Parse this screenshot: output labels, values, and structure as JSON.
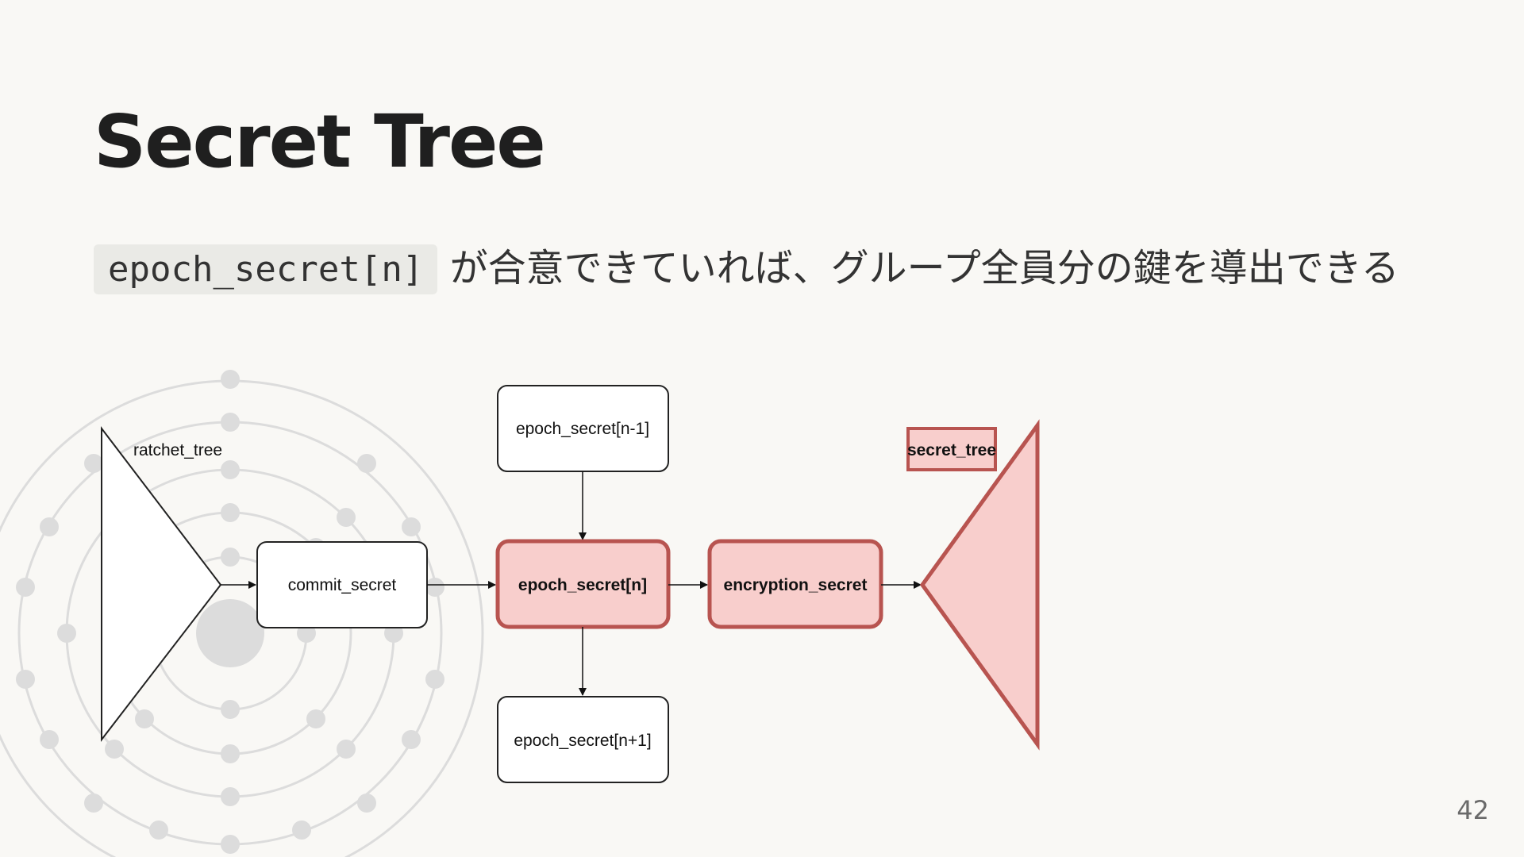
{
  "slide": {
    "title": "Secret Tree",
    "lead_code": "epoch_secret[n]",
    "lead_text": " が合意できていれば、グループ全員分の鍵を導出できる",
    "page_number": "42"
  },
  "diagram": {
    "ratchet_tree_label": "ratchet_tree",
    "commit_secret": "commit_secret",
    "epoch_secret_prev": "epoch_secret[n-1]",
    "epoch_secret_current": "epoch_secret[n]",
    "epoch_secret_next": "epoch_secret[n+1]",
    "encryption_secret": "encryption_secret",
    "secret_tree_label": "secret_tree"
  },
  "colors": {
    "highlight_fill": "#f8cecc",
    "highlight_stroke": "#b85450",
    "node_stroke": "#222222"
  }
}
